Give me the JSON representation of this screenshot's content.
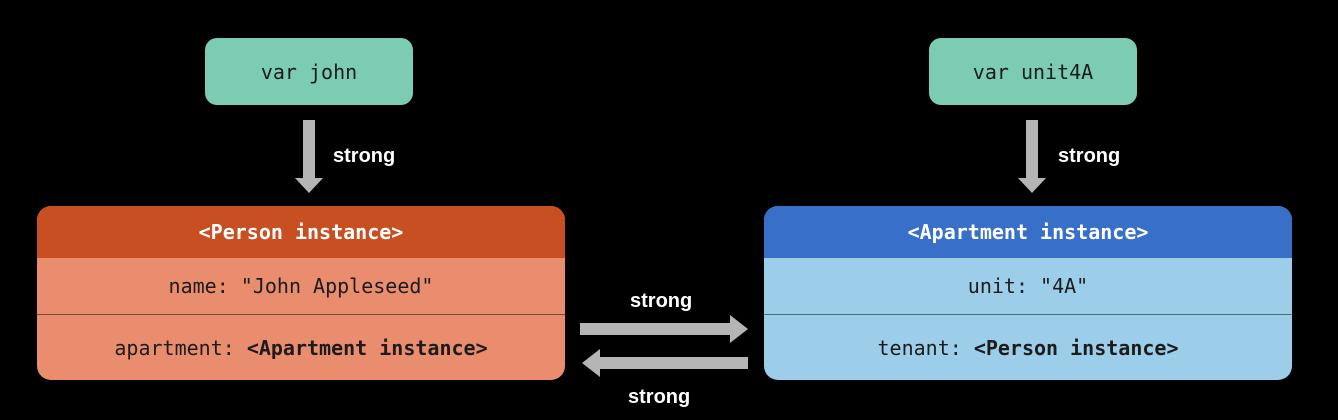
{
  "variables": {
    "john": "var john",
    "unit4a": "var unit4A"
  },
  "labels": {
    "left_down": "strong",
    "right_down": "strong",
    "middle_top": "strong",
    "middle_bottom": "strong"
  },
  "person": {
    "header": "<Person instance>",
    "row1": "name: \"John Appleseed\"",
    "row2_prefix": "apartment: ",
    "row2_bold": "<Apartment instance>"
  },
  "apartment": {
    "header": "<Apartment instance>",
    "row1": "unit: \"4A\"",
    "row2_prefix": "tenant: ",
    "row2_bold": "<Person instance>"
  },
  "colors": {
    "variable_box": "#7ccbb3",
    "person_header": "#c84f22",
    "person_body": "#e98d6e",
    "apartment_header": "#386fc8",
    "apartment_body": "#9ccde9",
    "arrow": "#b5b5b5",
    "background": "#000000"
  }
}
